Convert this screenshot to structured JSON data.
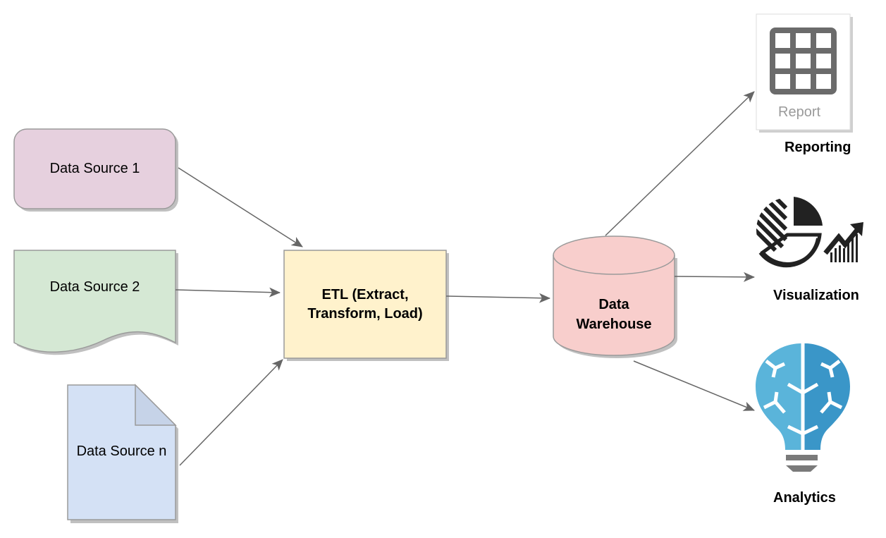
{
  "diagram": {
    "type": "data-flow",
    "sources": [
      {
        "id": "ds1",
        "label": "Data Source 1",
        "shape": "rounded-rectangle",
        "fill": "#e6d0de",
        "stroke": "#9a9a9a"
      },
      {
        "id": "ds2",
        "label": "Data Source 2",
        "shape": "tape-document",
        "fill": "#d5e8d4",
        "stroke": "#9a9a9a"
      },
      {
        "id": "dsn",
        "label": "Data Source n",
        "shape": "note-document",
        "fill": "#d4e1f5",
        "stroke": "#9a9a9a"
      }
    ],
    "etl": {
      "label_line1": "ETL (Extract,",
      "label_line2": "Transform, Load)",
      "fill": "#fff2cc",
      "stroke": "#9a9a9a"
    },
    "warehouse": {
      "label_line1": "Data",
      "label_line2": "Warehouse",
      "shape": "cylinder",
      "fill": "#f8cecc",
      "stroke": "#9a9a9a"
    },
    "outputs": [
      {
        "id": "reporting",
        "caption": "Reporting",
        "icon": "report-grid-icon",
        "icon_text": "Report"
      },
      {
        "id": "visualization",
        "caption": "Visualization",
        "icon": "pie-chart-trend-icon"
      },
      {
        "id": "analytics",
        "caption": "Analytics",
        "icon": "brain-lightbulb-icon"
      }
    ],
    "edges": [
      {
        "from": "Data Source 1",
        "to": "ETL"
      },
      {
        "from": "Data Source 2",
        "to": "ETL"
      },
      {
        "from": "Data Source n",
        "to": "ETL"
      },
      {
        "from": "ETL",
        "to": "Data Warehouse"
      },
      {
        "from": "Data Warehouse",
        "to": "Reporting"
      },
      {
        "from": "Data Warehouse",
        "to": "Visualization"
      },
      {
        "from": "Data Warehouse",
        "to": "Analytics"
      }
    ],
    "colors": {
      "edge": "#666666",
      "icon_dark": "#222222",
      "report_icon": "#6b6b6b",
      "brain_left": "#5ab4da",
      "brain_right": "#3a96c8",
      "bulb_base": "#7a7a7a"
    }
  }
}
